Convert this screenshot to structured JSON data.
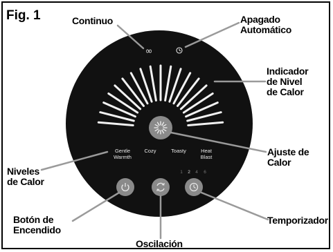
{
  "figure_label": "Fig. 1",
  "callouts": {
    "continuo": "Continuo",
    "apagado": "Apagado\nAutomático",
    "indicador": "Indicador\nde Nivel\nde Calor",
    "ajuste": "Ajuste de\nCalor",
    "niveles": "Niveles\nde Calor",
    "boton": "Botón de\nEncendido",
    "oscilacion": "Oscilación",
    "temporizador": "Temporizador"
  },
  "heat_levels": [
    "Gentle\nWarmth",
    "Cozy",
    "Toasty",
    "Heat\nBlast"
  ],
  "timer_numbers": [
    "1",
    "2",
    "4",
    "6"
  ],
  "timer_active_index": 1,
  "icons": {
    "continuous": "infinity-icon",
    "auto_off": "timer-off-icon",
    "heat": "heat-sunburst-icon",
    "power": "power-icon",
    "oscillation": "rotate-icon",
    "timer": "clock-icon"
  },
  "colors": {
    "panel": "#111111",
    "bars": "#f2f2f2",
    "button": "#8a8a8a",
    "leader": "#9a9a9a"
  }
}
